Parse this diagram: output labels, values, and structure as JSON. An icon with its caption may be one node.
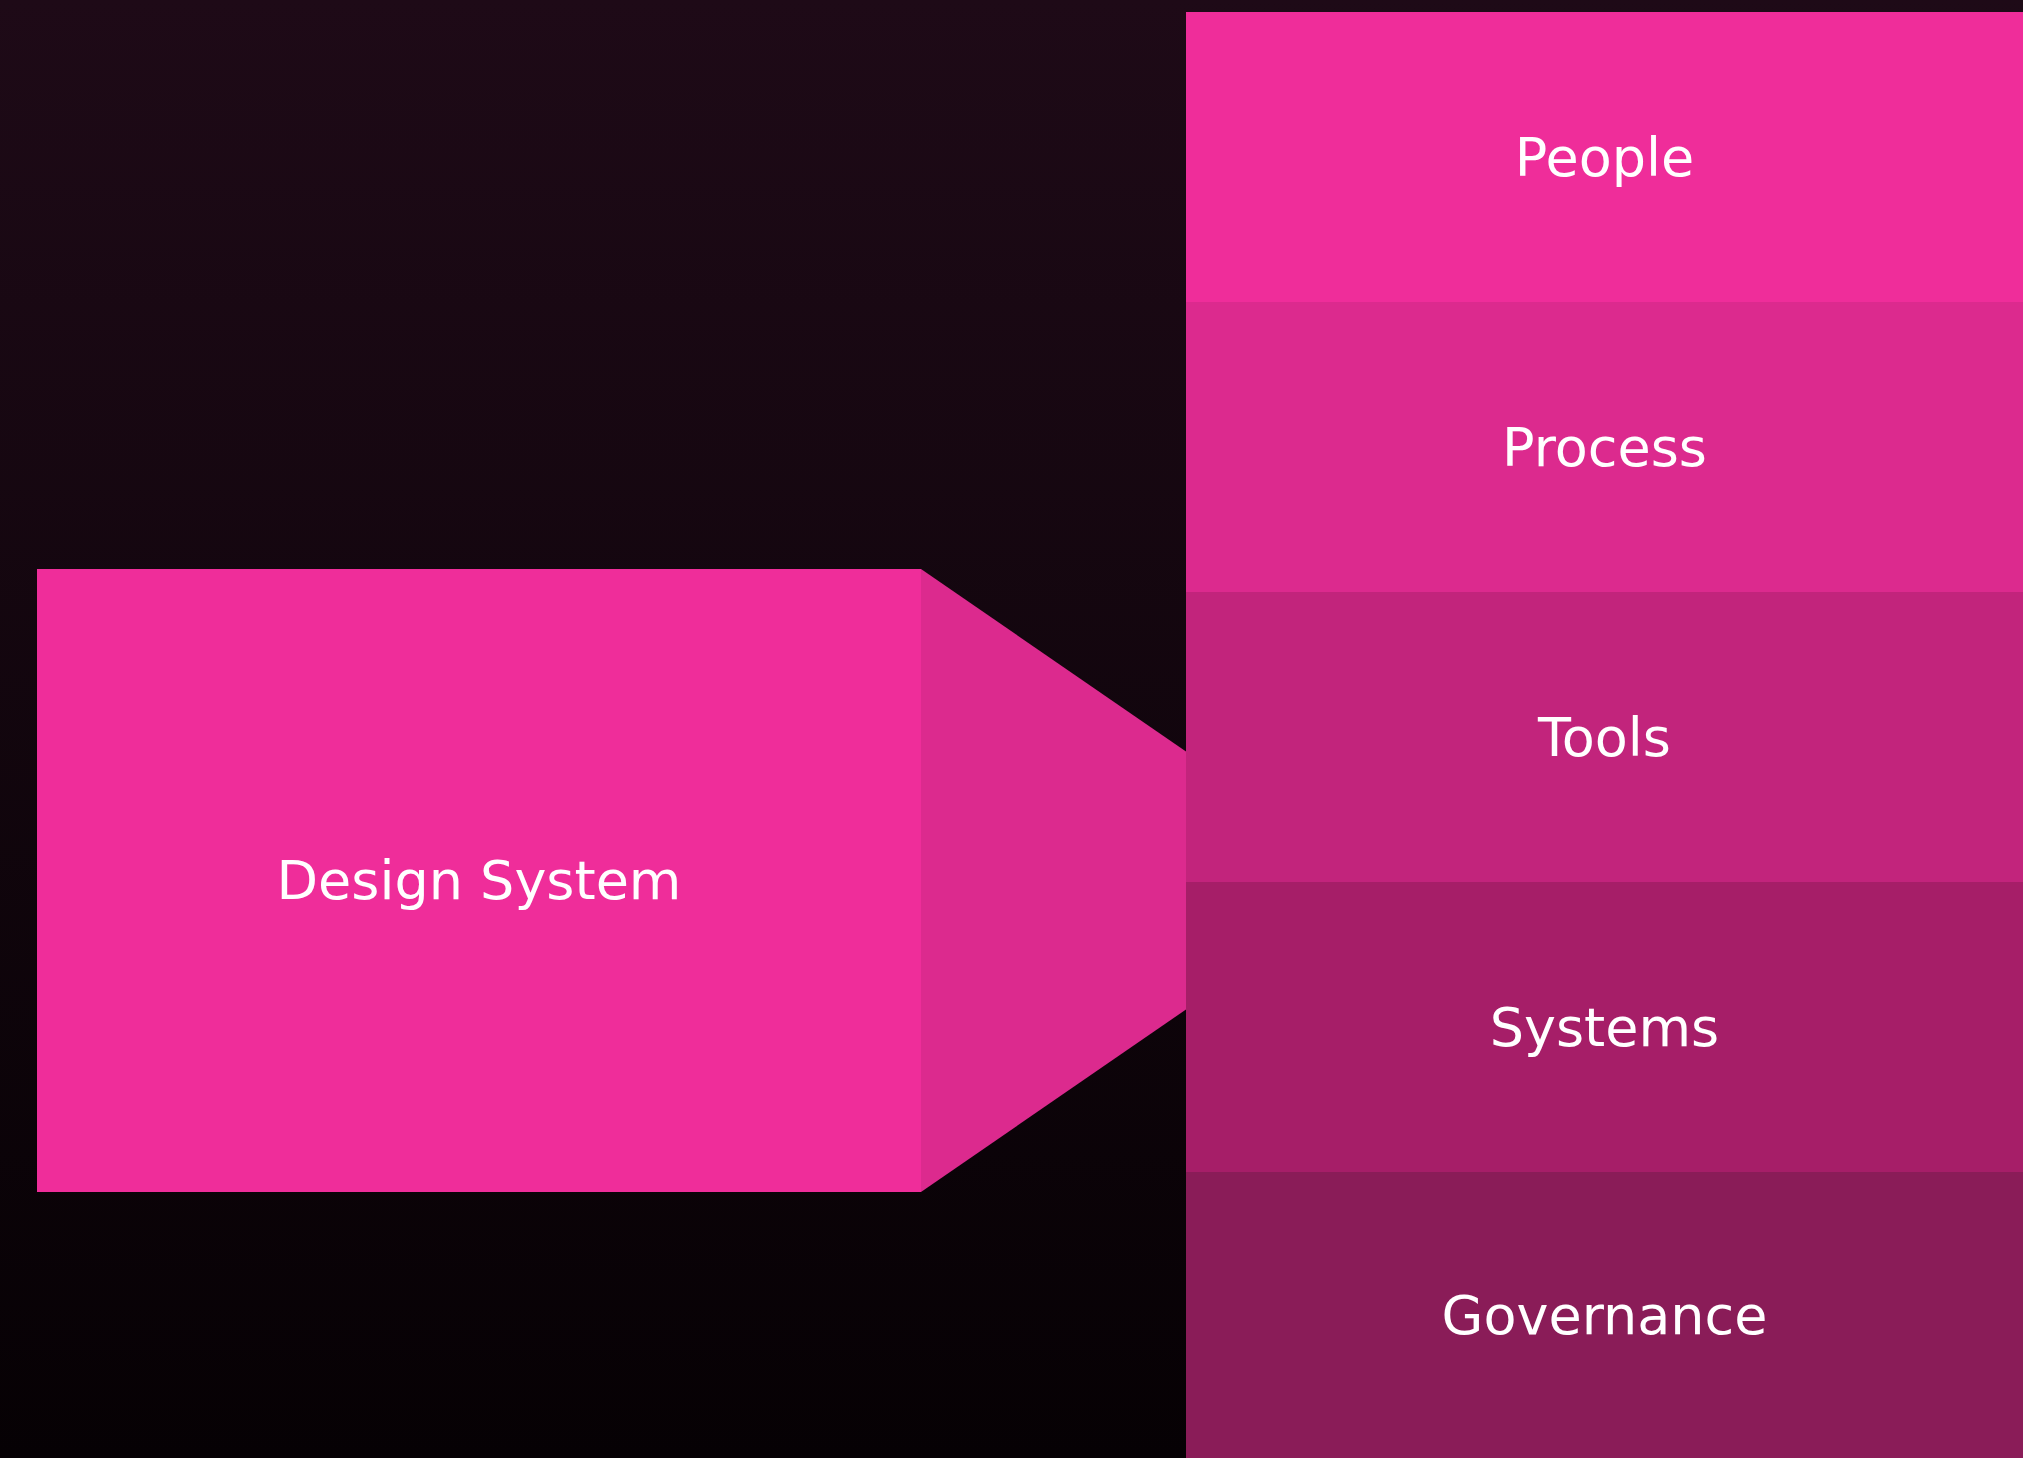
{
  "diagram": {
    "nodes": [
      {
        "text": [
          "Design System"
        ]
      },
      {
        "text": [],
        "shape": "box"
      },
      {
        "text": [
          "People"
        ],
        "in": 1
      },
      {
        "text": [
          "Process"
        ],
        "in": 1
      },
      {
        "text": [
          "Tools"
        ],
        "in": 1
      },
      {
        "text": [
          "Systems"
        ],
        "in": 1
      },
      {
        "text": [
          "Governance"
        ],
        "in": 1
      }
    ],
    "edges": [
      {
        "from": 0,
        "to": 1,
        "arrow": "none"
      }
    ]
  }
}
